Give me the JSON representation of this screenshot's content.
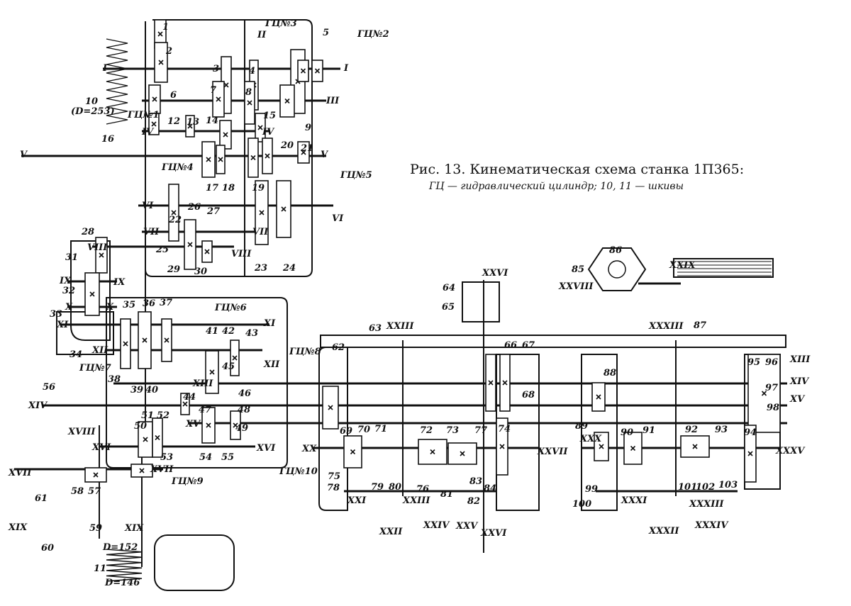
{
  "caption": {
    "title": "Рис. 13. Кинематическая схема станка 1П365:",
    "legend": "ГЦ — гидравлический цилиндр; 10, 11 — шкивы"
  },
  "shaft_labels": [
    "I",
    "I",
    "II",
    "III",
    "IV",
    "IV",
    "V",
    "V",
    "VI",
    "VI",
    "VII",
    "VII",
    "VIII",
    "VIII",
    "IX",
    "IX",
    "X",
    "X",
    "XI",
    "XI",
    "XII",
    "XII",
    "XIII",
    "XIV",
    "XV",
    "XVI",
    "XVI",
    "XVII",
    "XVII",
    "XVIII",
    "XIX",
    "XIX",
    "XX",
    "XXI",
    "XXII",
    "XXIII",
    "XXIV",
    "XXV",
    "XXVI",
    "XXVII",
    "XXVIII",
    "XXIX",
    "XXX",
    "XXXI",
    "XXXII",
    "XXXIII",
    "XXXIV",
    "XXXV",
    "XXIII",
    "XXXIII",
    "XXVI",
    "XIII",
    "XIV",
    "XV"
  ],
  "part_numbers": [
    "1",
    "2",
    "3",
    "4",
    "5",
    "6",
    "7",
    "8",
    "9",
    "10",
    "11",
    "12",
    "13",
    "14",
    "15",
    "16",
    "17",
    "18",
    "19",
    "20",
    "21",
    "22",
    "23",
    "24",
    "25",
    "26",
    "27",
    "28",
    "29",
    "30",
    "31",
    "32",
    "33",
    "34",
    "35",
    "36",
    "37",
    "38",
    "39",
    "40",
    "41",
    "42",
    "43",
    "44",
    "45",
    "46",
    "47",
    "48",
    "49",
    "50",
    "51",
    "52",
    "53",
    "54",
    "55",
    "56",
    "57",
    "58",
    "59",
    "60",
    "61",
    "62",
    "63",
    "64",
    "65",
    "66",
    "67",
    "68",
    "69",
    "70",
    "71",
    "72",
    "73",
    "74",
    "75",
    "76",
    "77",
    "78",
    "79",
    "80",
    "81",
    "82",
    "83",
    "84",
    "85",
    "86",
    "87",
    "88",
    "89",
    "90",
    "91",
    "92",
    "93",
    "94",
    "95",
    "96",
    "97",
    "98",
    "99",
    "100",
    "101",
    "102",
    "103"
  ],
  "cylinder_labels": [
    "ГЦ№3",
    "ГЦ№2",
    "ГЦ№1",
    "ГЦ№4",
    "ГЦ№5",
    "ГЦ№6",
    "ГЦ№7",
    "ГЦ№8",
    "ГЦ№9",
    "ГЦ№10"
  ],
  "dimension_labels": [
    "(D=253)",
    "D=152",
    "D=146"
  ],
  "colors": {
    "ink": "#111111",
    "paper": "#ffffff"
  }
}
